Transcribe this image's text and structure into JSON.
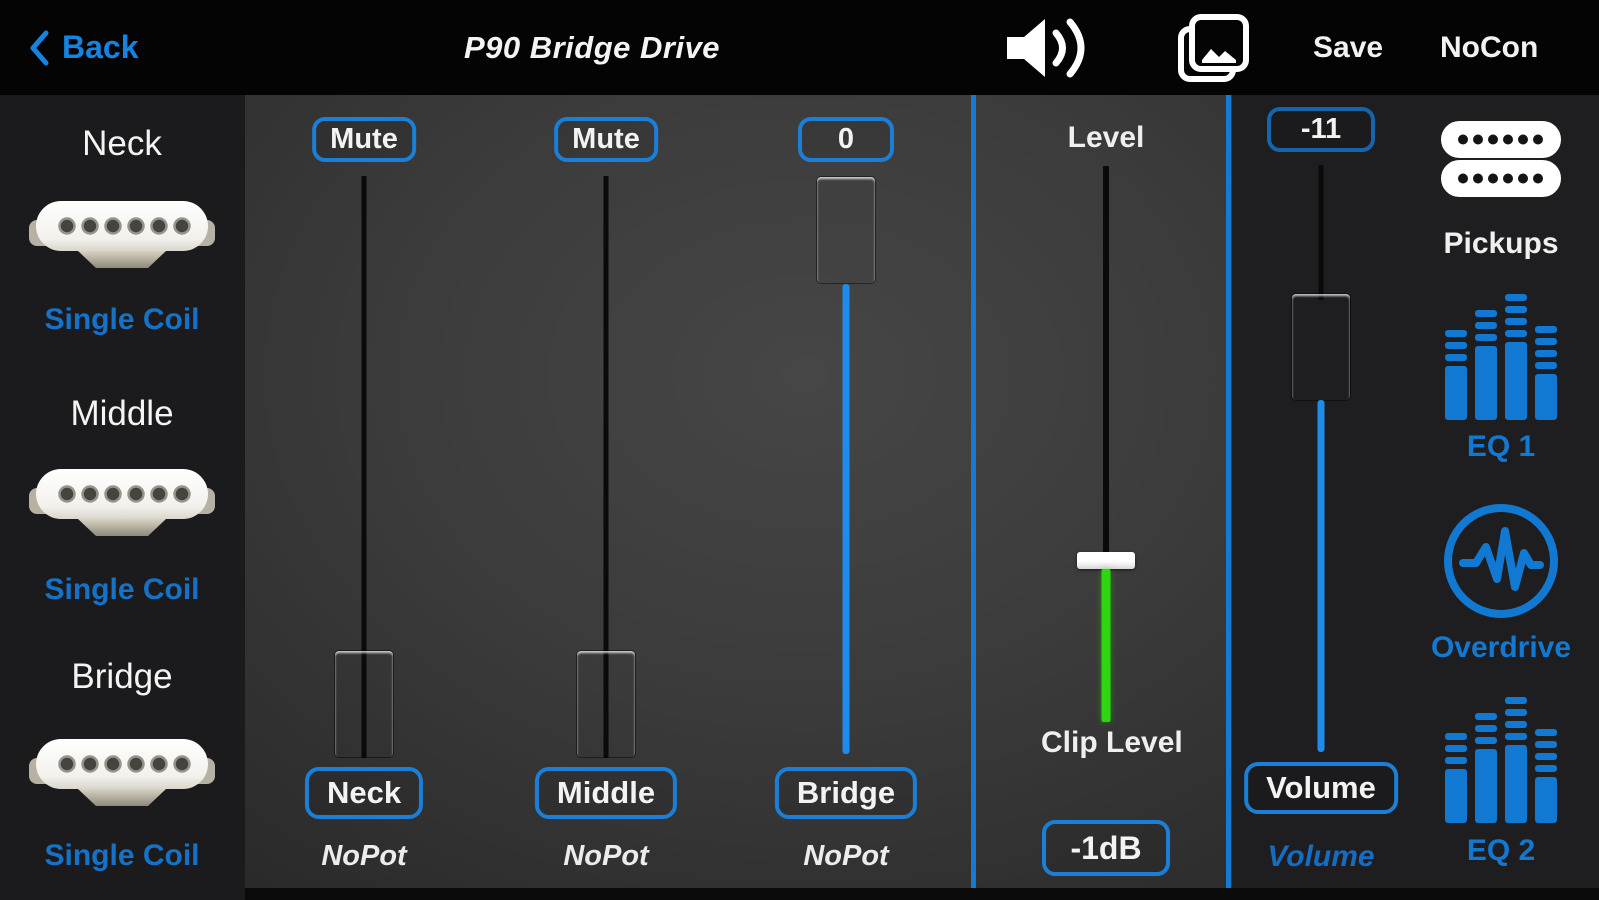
{
  "colors": {
    "accent": "#1b7fd8",
    "track_blue": "#1e8ce8",
    "clip_green": "#2ed60f",
    "link_blue": "#1584e0"
  },
  "top_bar": {
    "back": "Back",
    "title": "P90 Bridge Drive",
    "save": "Save",
    "connection": "NoCon"
  },
  "pickup_selectors": [
    {
      "position": "Neck",
      "type": "Single Coil"
    },
    {
      "position": "Middle",
      "type": "Single Coil"
    },
    {
      "position": "Bridge",
      "type": "Single Coil"
    }
  ],
  "mixer": {
    "channels": [
      {
        "value": "Mute",
        "name": "Neck",
        "pot": "NoPot",
        "fader_position": "bottom"
      },
      {
        "value": "Mute",
        "name": "Middle",
        "pot": "NoPot",
        "fader_position": "bottom"
      },
      {
        "value": "0",
        "name": "Bridge",
        "pot": "NoPot",
        "fader_position": "top"
      }
    ],
    "level": {
      "label": "Level",
      "clip_label": "Clip Level",
      "clip_value": "-1dB"
    },
    "volume": {
      "value": "-11",
      "name": "Volume",
      "sub_label": "Volume"
    }
  },
  "nav": [
    {
      "label": "Pickups",
      "icon": "humbucker-icon"
    },
    {
      "label": "EQ 1",
      "icon": "eq-icon"
    },
    {
      "label": "Overdrive",
      "icon": "overdrive-icon"
    },
    {
      "label": "EQ 2",
      "icon": "eq-icon"
    }
  ]
}
